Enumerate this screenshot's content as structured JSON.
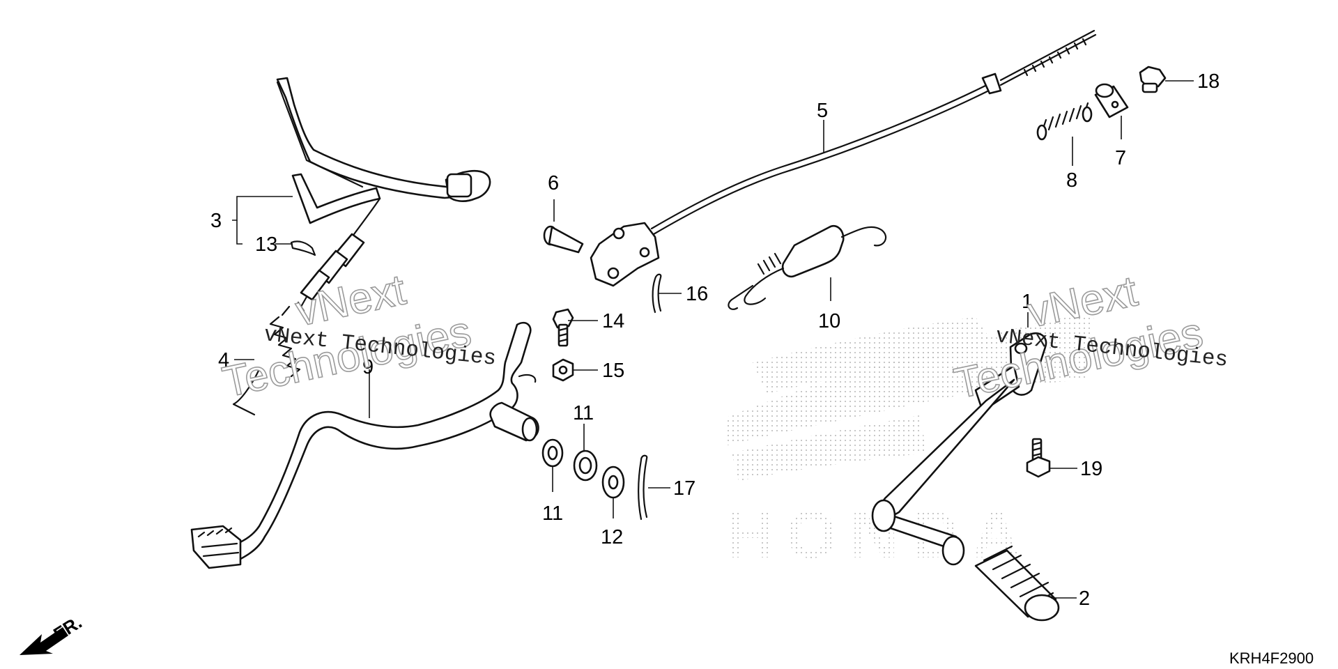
{
  "diagram": {
    "callouts": [
      {
        "id": "c1",
        "text": "1"
      },
      {
        "id": "c2",
        "text": "2"
      },
      {
        "id": "c3",
        "text": "3"
      },
      {
        "id": "c4",
        "text": "4"
      },
      {
        "id": "c5",
        "text": "5"
      },
      {
        "id": "c6",
        "text": "6"
      },
      {
        "id": "c7",
        "text": "7"
      },
      {
        "id": "c8",
        "text": "8"
      },
      {
        "id": "c9",
        "text": "9"
      },
      {
        "id": "c10",
        "text": "10"
      },
      {
        "id": "c11a",
        "text": "11"
      },
      {
        "id": "c11b",
        "text": "11"
      },
      {
        "id": "c12",
        "text": "12"
      },
      {
        "id": "c13",
        "text": "13"
      },
      {
        "id": "c14",
        "text": "14"
      },
      {
        "id": "c15",
        "text": "15"
      },
      {
        "id": "c16",
        "text": "16"
      },
      {
        "id": "c17",
        "text": "17"
      },
      {
        "id": "c18",
        "text": "18"
      },
      {
        "id": "c19",
        "text": "19"
      }
    ],
    "watermark": {
      "small_text": "vNext Technologies",
      "big_line1": "vNext",
      "big_line2": "Technologies"
    },
    "background_logo": "HONDA",
    "direction_label": "FR.",
    "diagram_code": "KRH4F2900"
  }
}
